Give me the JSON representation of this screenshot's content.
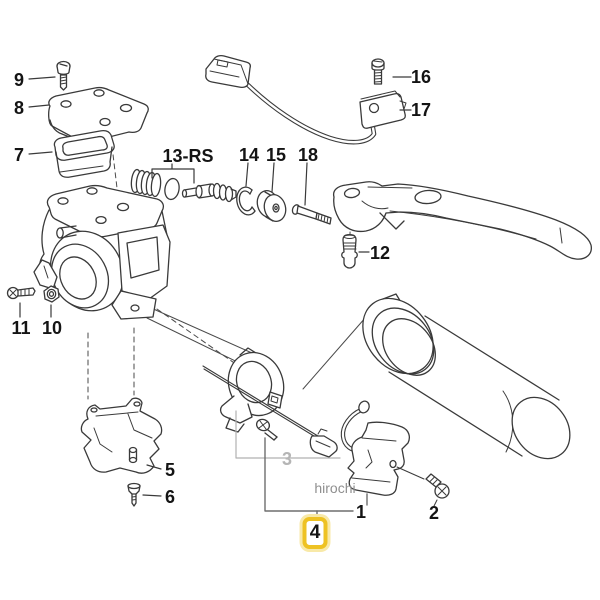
{
  "diagram": {
    "type": "exploded-parts-diagram",
    "watermark": "hirochi",
    "colors": {
      "background": "#ffffff",
      "line": "#3a3a3a",
      "leader": "#777777",
      "muted": "#b5b5b5",
      "label": "#141414",
      "highlight_border": "#eec223",
      "highlight_glow": "#f8e9a8"
    },
    "callouts": {
      "c1": "1",
      "c2": "2",
      "c3": "3",
      "c4": "4",
      "c5": "5",
      "c6": "6",
      "c7": "7",
      "c8": "8",
      "c9": "9",
      "c10": "10",
      "c11": "11",
      "c12": "12",
      "c13rs": "13-RS",
      "c14": "14",
      "c15": "15",
      "c16": "16",
      "c17": "17",
      "c18": "18"
    },
    "highlighted_callout": "4",
    "muted_callout": "3"
  }
}
